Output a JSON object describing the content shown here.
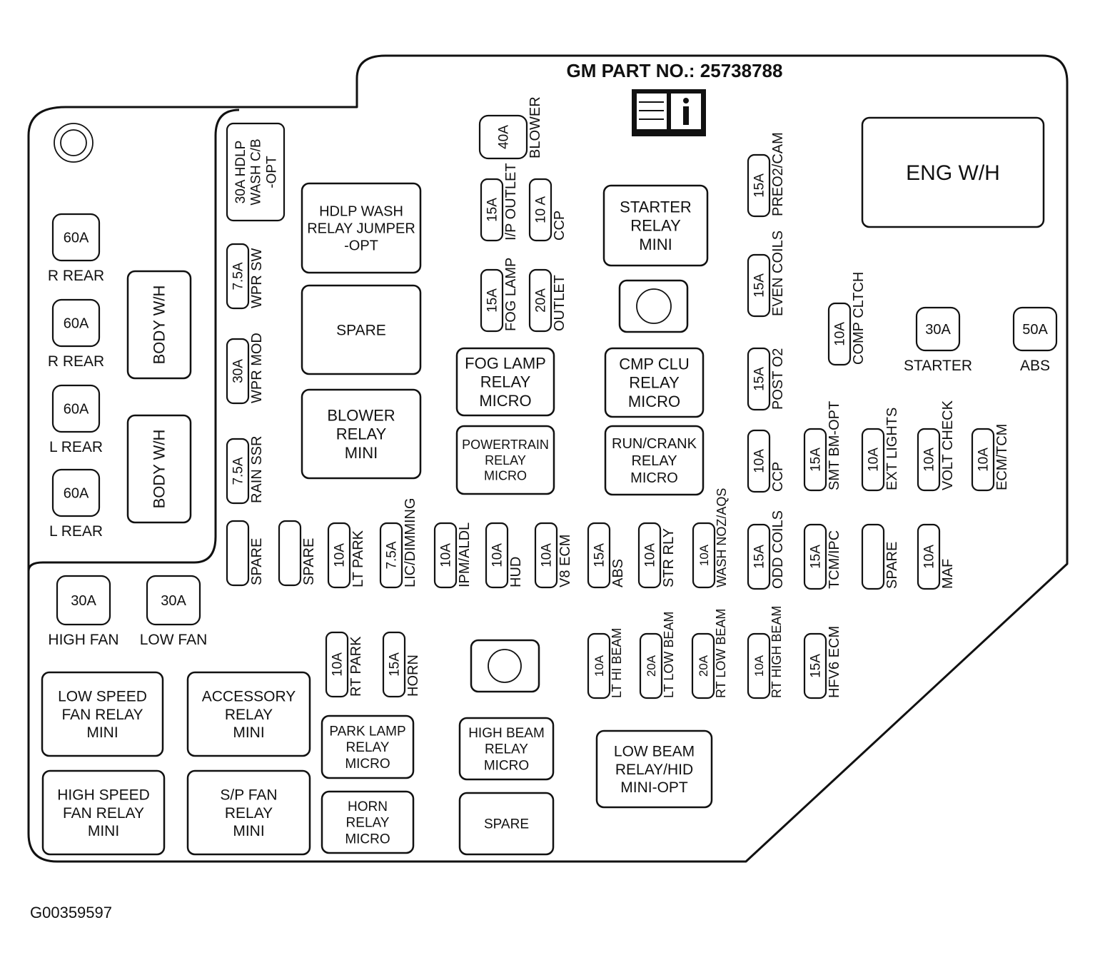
{
  "header": {
    "part_number": "GM PART NO.: 25738788",
    "figure_id": "G00359597"
  },
  "icons": {
    "manual_icon": "book-info-icon",
    "mount_icon": "circle-mount-icon"
  },
  "colors": {
    "ink": "#111111",
    "paper": "#ffffff"
  },
  "relays": {
    "eng_wh": [
      "ENG W/H"
    ],
    "body_wh_upper": [
      "BODY W/H"
    ],
    "body_wh_lower": [
      "BODY W/H"
    ],
    "hdlp_wash_jumper": [
      "HDLP WASH",
      "RELAY JUMPER",
      "-OPT"
    ],
    "spare_big": [
      "SPARE"
    ],
    "blower_relay": [
      "BLOWER",
      "RELAY",
      "MINI"
    ],
    "starter_relay": [
      "STARTER",
      "RELAY",
      "MINI"
    ],
    "fog_lamp_relay": [
      "FOG LAMP",
      "RELAY",
      "MICRO"
    ],
    "powertrain_relay": [
      "POWERTRAIN",
      "RELAY",
      "MICRO"
    ],
    "cmp_clu_relay": [
      "CMP CLU",
      "RELAY",
      "MICRO"
    ],
    "run_crank_relay": [
      "RUN/CRANK",
      "RELAY",
      "MICRO"
    ],
    "low_speed_fan_relay": [
      "LOW SPEED",
      "FAN RELAY",
      "MINI"
    ],
    "accessory_relay": [
      "ACCESSORY",
      "RELAY",
      "MINI"
    ],
    "high_speed_fan_relay": [
      "HIGH SPEED",
      "FAN RELAY",
      "MINI"
    ],
    "sp_fan_relay": [
      "S/P FAN",
      "RELAY",
      "MINI"
    ],
    "park_lamp_relay": [
      "PARK LAMP",
      "RELAY",
      "MICRO"
    ],
    "horn_relay": [
      "HORN",
      "RELAY",
      "MICRO"
    ],
    "high_beam_relay": [
      "HIGH BEAM",
      "RELAY",
      "MICRO"
    ],
    "spare_bottom": [
      "SPARE"
    ],
    "low_beam_relay": [
      "LOW BEAM",
      "RELAY/HID",
      "MINI-OPT"
    ]
  },
  "fuses": {
    "r_rear_1": {
      "rating": "60A",
      "label": "R REAR"
    },
    "r_rear_2": {
      "rating": "60A",
      "label": "R REAR"
    },
    "l_rear_1": {
      "rating": "60A",
      "label": "L REAR"
    },
    "l_rear_2": {
      "rating": "60A",
      "label": "L REAR"
    },
    "high_fan": {
      "rating": "30A",
      "label": "HIGH FAN"
    },
    "low_fan": {
      "rating": "30A",
      "label": "LOW FAN"
    },
    "starter": {
      "rating": "30A",
      "label": "STARTER"
    },
    "abs_maxi": {
      "rating": "50A",
      "label": "ABS"
    },
    "hdlp_wash_cb": {
      "rating": "30A HDLP",
      "label": "WASH C/B",
      "label2": "-OPT"
    },
    "wpr_sw": {
      "rating": "7.5A",
      "label": "WPR SW"
    },
    "wpr_mod": {
      "rating": "30A",
      "label": "WPR MOD"
    },
    "rain_ssr": {
      "rating": "7.5A",
      "label": "RAIN SSR"
    },
    "blower": {
      "rating": "40A",
      "label": "BLOWER"
    },
    "ip_outlet": {
      "rating": "15A",
      "label": "I/P OUTLET"
    },
    "ccp_upper": {
      "rating": "10 A",
      "label": "CCP"
    },
    "fog_lamp": {
      "rating": "15A",
      "label": "FOG LAMP"
    },
    "outlet": {
      "rating": "20A",
      "label": "OUTLET"
    },
    "preo2_cam": {
      "rating": "15A",
      "label": "PREO2/CAM"
    },
    "even_coils": {
      "rating": "15A",
      "label": "EVEN COILS"
    },
    "post_o2": {
      "rating": "15A",
      "label": "POST O2"
    },
    "comp_cltch": {
      "rating": "10A",
      "label": "COMP CLTCH"
    },
    "ccp_lower": {
      "rating": "10A",
      "label": "CCP"
    },
    "smt_bm": {
      "rating": "15A",
      "label": "SMT BM-OPT"
    },
    "ext_lights": {
      "rating": "10A",
      "label": "EXT LIGHTS"
    },
    "volt_check": {
      "rating": "10A",
      "label": "VOLT CHECK"
    },
    "ecm_tcm": {
      "rating": "10A",
      "label": "ECM/TCM"
    },
    "spare_1": {
      "rating": "",
      "label": "SPARE"
    },
    "spare_2": {
      "rating": "",
      "label": "SPARE"
    },
    "lt_park": {
      "rating": "10A",
      "label": "LT PARK"
    },
    "lic_dimming": {
      "rating": "7.5A",
      "label": "LIC/DIMMING"
    },
    "ipm_aldl": {
      "rating": "10A",
      "label": "IPM/ALDL"
    },
    "hud": {
      "rating": "10A",
      "label": "HUD"
    },
    "v8_ecm": {
      "rating": "10A",
      "label": "V8 ECM"
    },
    "abs_mini": {
      "rating": "15A",
      "label": "ABS"
    },
    "str_rly": {
      "rating": "10A",
      "label": "STR RLY"
    },
    "wash_noz": {
      "rating": "10A",
      "label": "WASH NOZ/AQS"
    },
    "odd_coils": {
      "rating": "15A",
      "label": "ODD COILS"
    },
    "tcm_ipc": {
      "rating": "15A",
      "label": "TCM/IPC"
    },
    "spare_3": {
      "rating": "",
      "label": "SPARE"
    },
    "maf": {
      "rating": "10A",
      "label": "MAF"
    },
    "rt_park": {
      "rating": "10A",
      "label": "RT PARK"
    },
    "horn": {
      "rating": "15A",
      "label": "HORN"
    },
    "lt_hi_beam": {
      "rating": "10A",
      "label": "LT HI BEAM"
    },
    "lt_low_beam": {
      "rating": "20A",
      "label": "LT LOW BEAM"
    },
    "rt_low_beam": {
      "rating": "20A",
      "label": "RT LOW BEAM"
    },
    "rt_high_beam": {
      "rating": "10A",
      "label": "RT HIGH BEAM"
    },
    "hfv6_ecm": {
      "rating": "15A",
      "label": "HFV6 ECM"
    }
  }
}
